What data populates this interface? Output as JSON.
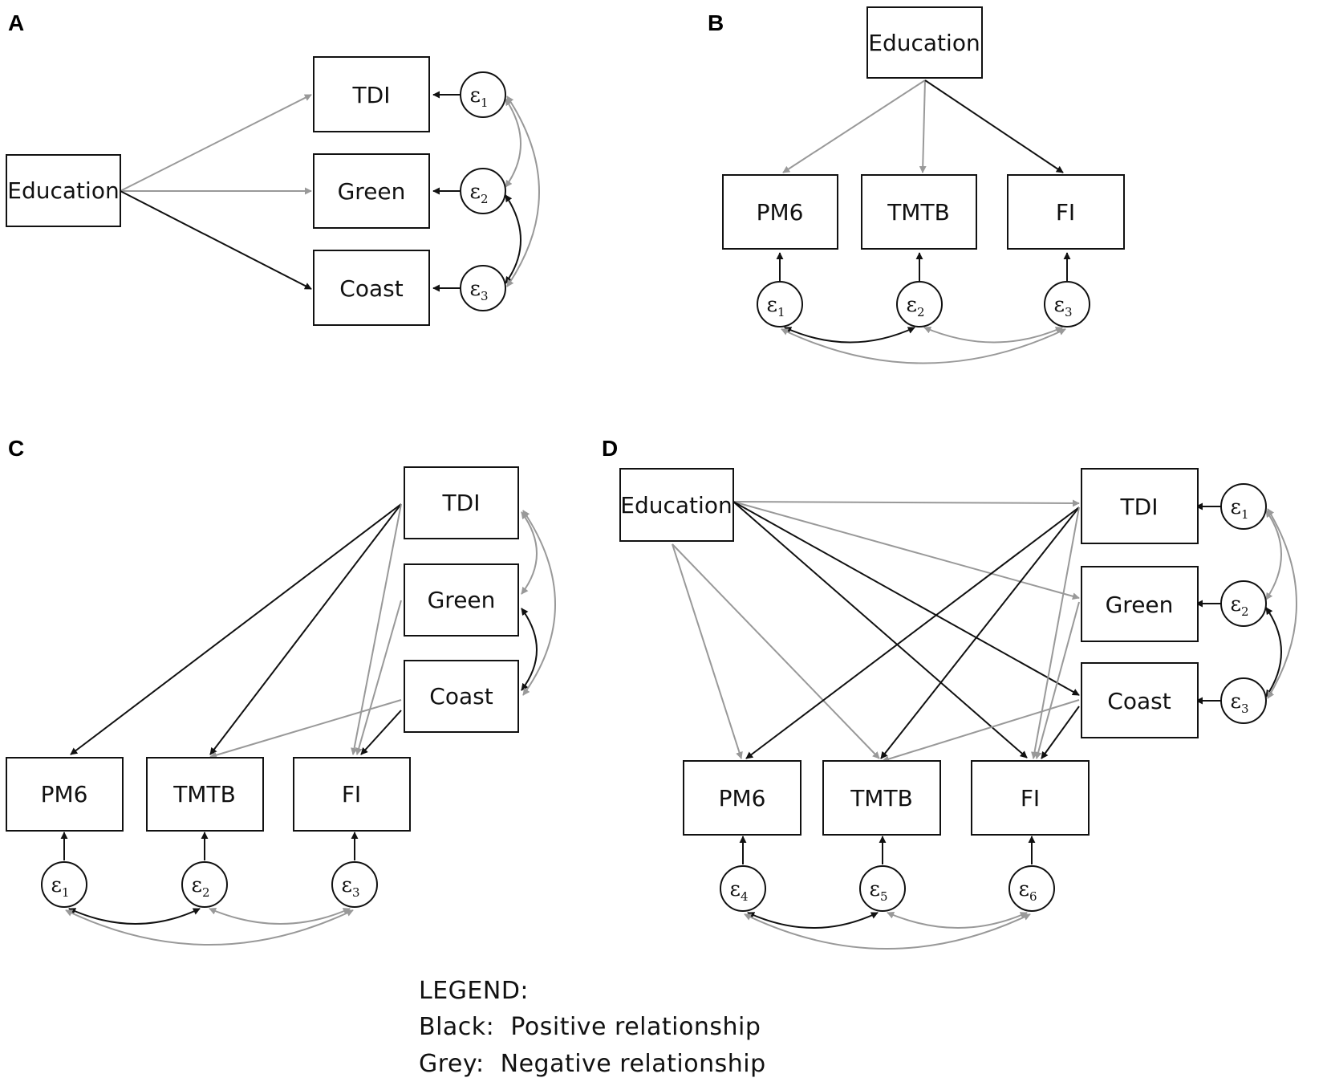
{
  "colors": {
    "positive": "#111111",
    "negative": "#999999"
  },
  "panels": {
    "A": {
      "letter": "A",
      "nodes": {
        "education": "Education",
        "tdi": "TDI",
        "green": "Green",
        "coast": "Coast"
      },
      "errors": [
        {
          "sym": "ε",
          "sub": "1"
        },
        {
          "sym": "ε",
          "sub": "2"
        },
        {
          "sym": "ε",
          "sub": "3"
        }
      ]
    },
    "B": {
      "letter": "B",
      "nodes": {
        "education": "Education",
        "pm6": "PM6",
        "tmtb": "TMTB",
        "fi": "FI"
      },
      "errors": [
        {
          "sym": "ε",
          "sub": "1"
        },
        {
          "sym": "ε",
          "sub": "2"
        },
        {
          "sym": "ε",
          "sub": "3"
        }
      ]
    },
    "C": {
      "letter": "C",
      "nodes": {
        "tdi": "TDI",
        "green": "Green",
        "coast": "Coast",
        "pm6": "PM6",
        "tmtb": "TMTB",
        "fi": "FI"
      },
      "errors": [
        {
          "sym": "ε",
          "sub": "1"
        },
        {
          "sym": "ε",
          "sub": "2"
        },
        {
          "sym": "ε",
          "sub": "3"
        }
      ]
    },
    "D": {
      "letter": "D",
      "nodes": {
        "education": "Education",
        "tdi": "TDI",
        "green": "Green",
        "coast": "Coast",
        "pm6": "PM6",
        "tmtb": "TMTB",
        "fi": "FI"
      },
      "errors": [
        {
          "sym": "ε",
          "sub": "1"
        },
        {
          "sym": "ε",
          "sub": "2"
        },
        {
          "sym": "ε",
          "sub": "3"
        },
        {
          "sym": "ε",
          "sub": "4"
        },
        {
          "sym": "ε",
          "sub": "5"
        },
        {
          "sym": "ε",
          "sub": "6"
        }
      ]
    }
  },
  "legend": {
    "title": "LEGEND:",
    "black": "Black:  Positive relationship",
    "grey": "Grey:  Negative relationship"
  }
}
